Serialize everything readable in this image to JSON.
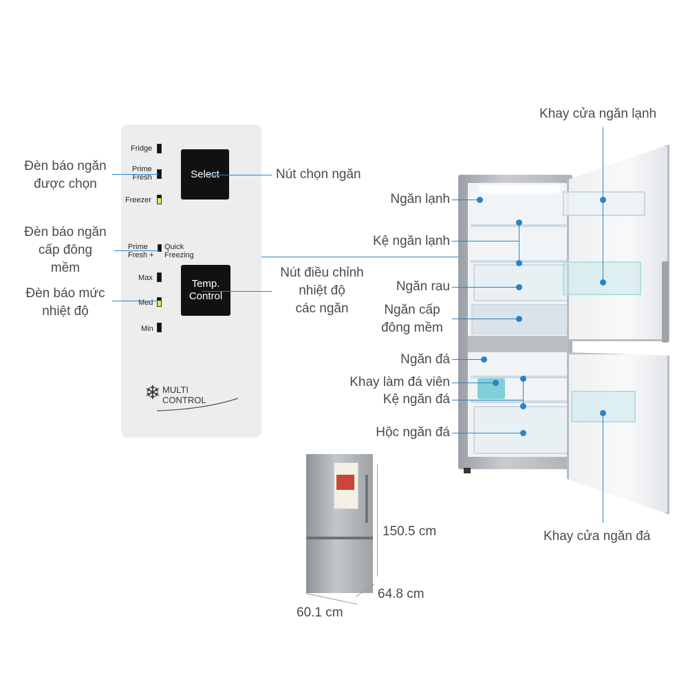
{
  "panel": {
    "fridge": "Fridge",
    "prime_fresh": "Prime\nFresh",
    "freezer": "Freezer",
    "select_btn": "Select",
    "prime_fresh_plus": "Prime\nFresh +",
    "quick_freezing": "Quick\nFreezing",
    "max": "Max",
    "med": "Med",
    "min": "Min",
    "temp_btn": "Temp.\nControl",
    "logo_line1": "MULTI",
    "logo_line2": "CONTROL"
  },
  "labels": {
    "den_bao_ngan_chon": "Đèn báo ngăn\nđược chọn",
    "nut_chon_ngan": "Nút chọn ngăn",
    "den_bao_cap_dong": "Đèn báo ngăn\ncấp đông\nmềm",
    "den_bao_muc_nhiet": "Đèn báo mức\nnhiệt độ",
    "nut_dieu_chinh": "Nút điều chỉnh\nnhiệt độ\ncác ngăn",
    "khay_cua_ngan_lanh": "Khay cửa ngăn lạnh",
    "ngan_lanh": "Ngăn lạnh",
    "ke_ngan_lanh": "Kệ ngăn lạnh",
    "ngan_rau": "Ngăn rau",
    "ngan_cap_dong_mem": "Ngăn cấp\nđông mềm",
    "ngan_da": "Ngăn đá",
    "khay_lam_da_vien": "Khay làm đá viên",
    "ke_ngan_da": "Kệ ngăn đá",
    "hoc_ngan_da": "Hộc ngăn đá",
    "khay_cua_ngan_da": "Khay cửa ngăn đá"
  },
  "dimensions": {
    "height": "150.5 cm",
    "depth": "64.8 cm",
    "width": "60.1 cm"
  },
  "colors": {
    "accent": "#2a83c6",
    "panel_bg": "#ededed",
    "led_lit": "#e5e84a"
  }
}
